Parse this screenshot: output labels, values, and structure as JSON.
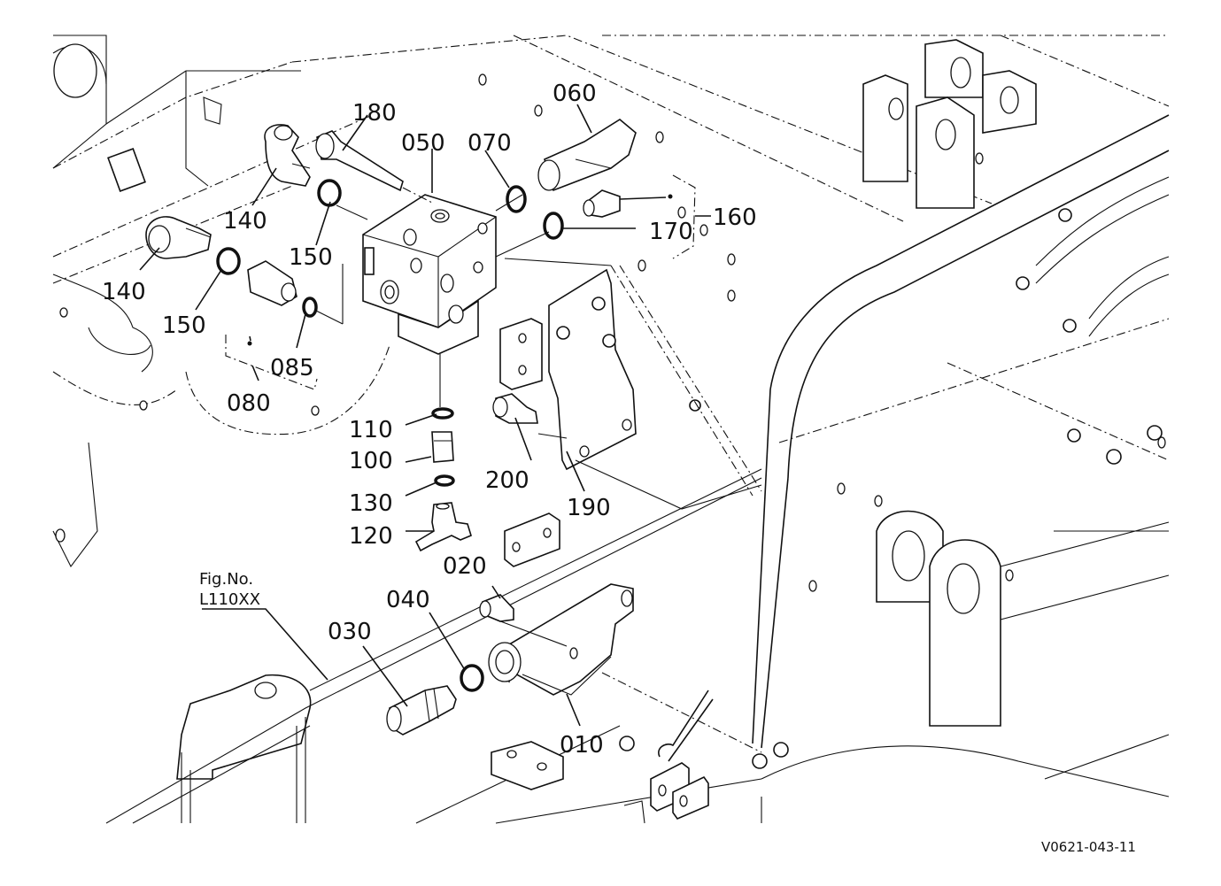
{
  "figure_ref": {
    "line1": "Fig.No.",
    "line2": "L110XX"
  },
  "drawing_code": "V0621-043-11",
  "callouts": [
    "180",
    "050",
    "070",
    "060",
    "160",
    "170",
    "140",
    "150",
    "140",
    "150",
    "085",
    "080",
    "110",
    "100",
    "130",
    "120",
    "200",
    "190",
    "020",
    "040",
    "030",
    "010"
  ]
}
